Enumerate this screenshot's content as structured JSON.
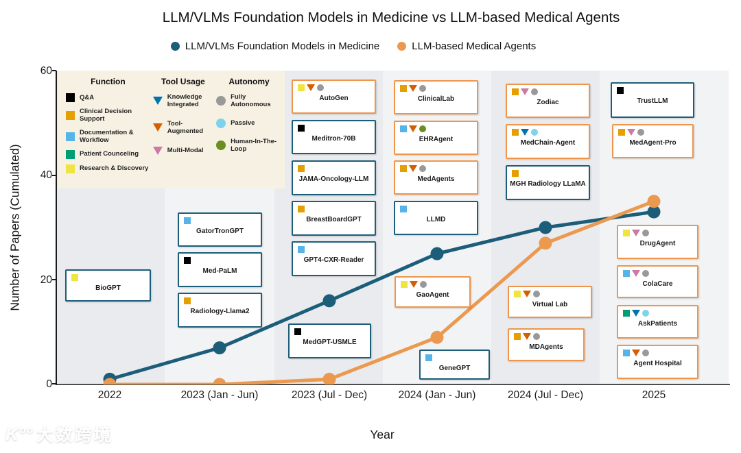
{
  "title": "LLM/VLMs Foundation Models in Medicine vs LLM-based Medical Agents",
  "chart_data": {
    "type": "line",
    "title": "LLM/VLMs Foundation Models in Medicine vs LLM-based Medical Agents",
    "categories": [
      "2022",
      "2023 (Jan - Jun)",
      "2023 (Jul - Dec)",
      "2024 (Jan - Jun)",
      "2024 (Jul - Dec)",
      "2025"
    ],
    "series": [
      {
        "name": "LLM/VLMs Foundation Models in Medicine",
        "color": "#1C5D7A",
        "values": [
          1,
          7,
          16,
          25,
          30,
          33
        ]
      },
      {
        "name": "LLM-based Medical Agents",
        "color": "#EC9950",
        "values": [
          0,
          0,
          1,
          9,
          27,
          35
        ]
      }
    ],
    "xlabel": "Year",
    "ylabel": "Number of Papers (Cumulated)",
    "ylim": [
      0,
      60
    ],
    "y_ticks": [
      0,
      20,
      40,
      60
    ],
    "grid": false,
    "legend_position": "top"
  },
  "axes": {
    "y_label": "Number of Papers (Cumulated)",
    "x_label": "Year",
    "y_ticks": [
      "60",
      "40",
      "20",
      "0"
    ],
    "x_ticks": [
      "2022",
      "2023 (Jan - Jun)",
      "2023 (Jul - Dec)",
      "2024 (Jan - Jun)",
      "2024 (Jul - Dec)",
      "2025"
    ]
  },
  "palette": {
    "qa": "#000000",
    "clinical-decision-support": "#E69F00",
    "documentation-workflow": "#56B4E9",
    "patient-counceling": "#009E73",
    "research-discovery": "#F0E442",
    "knowledge-integrated": "#0072B2",
    "tool-augmented": "#D55E00",
    "multi-modal": "#CC79A7",
    "fully-autonomous": "#999999",
    "passive": "#7FD2EE",
    "human-in-the-loop": "#6B8E23",
    "foundation-line": "#1C5D7A",
    "agent-line": "#EC9950",
    "foundation-border": "#1C5D7A",
    "agent-border": "#F0954A",
    "legend-panel-bg": "#F7F1E3",
    "band-dark": "#E9EBEE",
    "band-light": "#F2F3F5"
  },
  "legend_panel": {
    "columns": [
      {
        "title": "Function",
        "items": [
          {
            "label": "Q&A",
            "icon": "qa"
          },
          {
            "label": "Clinical Decision Support",
            "icon": "clinical-decision-support"
          },
          {
            "label": "Documentation & Workflow",
            "icon": "documentation-workflow"
          },
          {
            "label": "Patient Counceling",
            "icon": "patient-counceling"
          },
          {
            "label": "Research & Discovery",
            "icon": "research-discovery"
          }
        ]
      },
      {
        "title": "Tool Usage",
        "items": [
          {
            "label": "Knowledge Integrated",
            "icon": "knowledge-integrated"
          },
          {
            "label": "Tool-Augmented",
            "icon": "tool-augmented"
          },
          {
            "label": "Multi-Modal",
            "icon": "multi-modal"
          }
        ]
      },
      {
        "title": "Autonomy",
        "items": [
          {
            "label": "Fully Autonomous",
            "icon": "fully-autonomous"
          },
          {
            "label": "Passive",
            "icon": "passive"
          },
          {
            "label": "Human-In-The-Loop",
            "icon": "human-in-the-loop"
          }
        ]
      }
    ]
  },
  "columns": [
    {
      "period": "2022",
      "models": [
        {
          "label": "BioGPT",
          "type": "foundation",
          "attributes": [
            "research-discovery"
          ]
        }
      ]
    },
    {
      "period": "2023 (Jan - Jun)",
      "models": [
        {
          "label": "GatorTronGPT",
          "type": "foundation",
          "attributes": [
            "documentation-workflow"
          ]
        },
        {
          "label": "Med-PaLM",
          "type": "foundation",
          "attributes": [
            "qa"
          ]
        },
        {
          "label": "Radiology-Llama2",
          "type": "foundation",
          "attributes": [
            "clinical-decision-support"
          ]
        }
      ]
    },
    {
      "period": "2023 (Jul - Dec)",
      "models": [
        {
          "label": "AutoGen",
          "type": "agent",
          "attributes": [
            "research-discovery",
            "tool-augmented",
            "fully-autonomous"
          ]
        },
        {
          "label": "Meditron-70B",
          "type": "foundation",
          "attributes": [
            "qa"
          ]
        },
        {
          "label": "JAMA-Oncology-LLM",
          "type": "foundation",
          "attributes": [
            "clinical-decision-support"
          ]
        },
        {
          "label": "BreastBoardGPT",
          "type": "foundation",
          "attributes": [
            "clinical-decision-support"
          ]
        },
        {
          "label": "GPT4-CXR-Reader",
          "type": "foundation",
          "attributes": [
            "documentation-workflow"
          ]
        },
        {
          "label": "MedGPT-USMLE",
          "type": "foundation",
          "attributes": [
            "qa"
          ]
        }
      ]
    },
    {
      "period": "2024 (Jan - Jun)",
      "models": [
        {
          "label": "ClinicalLab",
          "type": "agent",
          "attributes": [
            "clinical-decision-support",
            "tool-augmented",
            "fully-autonomous"
          ]
        },
        {
          "label": "EHRAgent",
          "type": "agent",
          "attributes": [
            "documentation-workflow",
            "tool-augmented",
            "human-in-the-loop"
          ]
        },
        {
          "label": "MedAgents",
          "type": "agent",
          "attributes": [
            "clinical-decision-support",
            "tool-augmented",
            "fully-autonomous"
          ]
        },
        {
          "label": "LLMD",
          "type": "foundation",
          "attributes": [
            "documentation-workflow"
          ]
        },
        {
          "label": "GaoAgent",
          "type": "agent",
          "attributes": [
            "research-discovery",
            "tool-augmented",
            "fully-autonomous"
          ]
        },
        {
          "label": "GeneGPT",
          "type": "foundation",
          "attributes": [
            "documentation-workflow"
          ]
        }
      ]
    },
    {
      "period": "2024 (Jul - Dec)",
      "models": [
        {
          "label": "Zodiac",
          "type": "agent",
          "attributes": [
            "clinical-decision-support",
            "multi-modal",
            "fully-autonomous"
          ]
        },
        {
          "label": "MedChain-Agent",
          "type": "agent",
          "attributes": [
            "clinical-decision-support",
            "knowledge-integrated",
            "passive"
          ]
        },
        {
          "label": "MGH Radiology LLaMA",
          "type": "foundation",
          "attributes": [
            "clinical-decision-support"
          ]
        },
        {
          "label": "Virtual Lab",
          "type": "agent",
          "attributes": [
            "research-discovery",
            "tool-augmented",
            "fully-autonomous"
          ]
        },
        {
          "label": "MDAgents",
          "type": "agent",
          "attributes": [
            "clinical-decision-support",
            "tool-augmented",
            "fully-autonomous"
          ]
        }
      ]
    },
    {
      "period": "2025",
      "models": [
        {
          "label": "TrustLLM",
          "type": "foundation",
          "attributes": [
            "qa"
          ]
        },
        {
          "label": "MedAgent-Pro",
          "type": "agent",
          "attributes": [
            "clinical-decision-support",
            "multi-modal",
            "fully-autonomous"
          ]
        },
        {
          "label": "DrugAgent",
          "type": "agent",
          "attributes": [
            "research-discovery",
            "multi-modal",
            "fully-autonomous"
          ]
        },
        {
          "label": "ColaCare",
          "type": "agent",
          "attributes": [
            "documentation-workflow",
            "multi-modal",
            "fully-autonomous"
          ]
        },
        {
          "label": "AskPatients",
          "type": "agent",
          "attributes": [
            "patient-counceling",
            "knowledge-integrated",
            "passive"
          ]
        },
        {
          "label": "Agent Hospital",
          "type": "agent",
          "attributes": [
            "documentation-workflow",
            "tool-augmented",
            "fully-autonomous"
          ]
        }
      ]
    }
  ],
  "watermark": {
    "logo": "K°°",
    "text": "大数跨境"
  }
}
